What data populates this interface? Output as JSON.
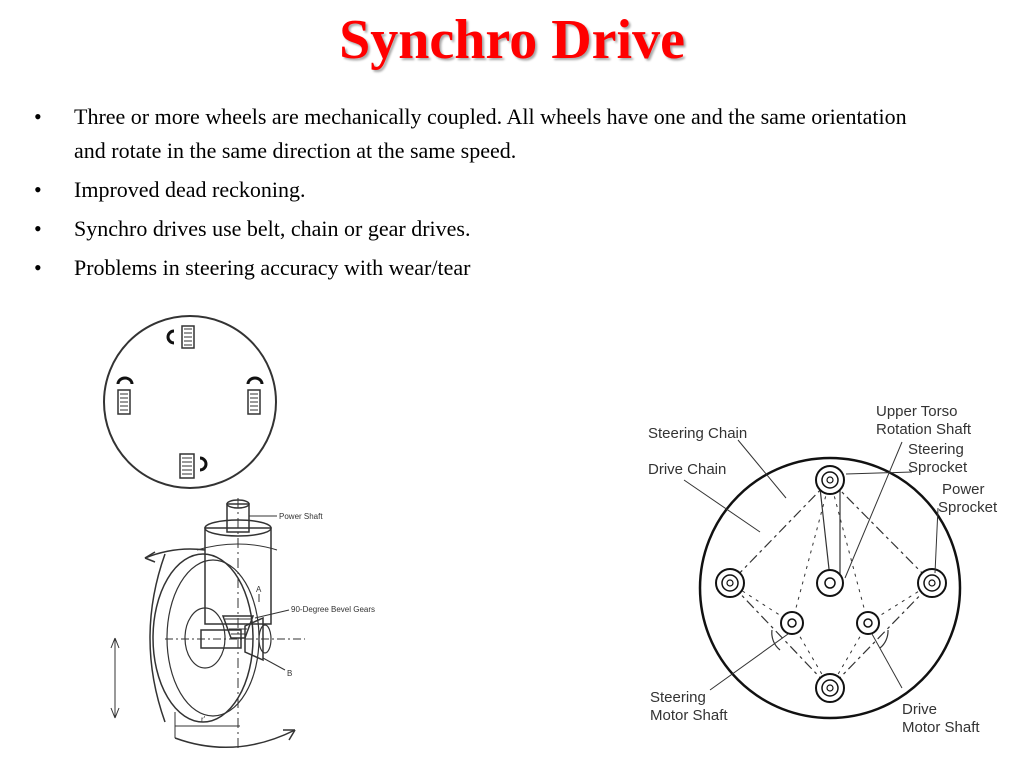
{
  "title": "Synchro Drive",
  "bullets": [
    "Three or more wheels are mechanically coupled. All wheels have one and the same orientation and  rotate in the same direction at the same speed.",
    "Improved dead reckoning.",
    "Synchro drives use belt, chain or gear drives.",
    "Problems in steering accuracy with wear/tear"
  ],
  "bullet_glyph": "•",
  "colors": {
    "title": "#ff0000",
    "text": "#000000",
    "line": "#333333"
  },
  "wheel_diagram": {
    "labels": {
      "power_shaft": "Power Shaft",
      "bevel_gears": "90-Degree Bevel Gears",
      "a": "A",
      "b": "B",
      "r": "r'"
    }
  },
  "sprocket_diagram": {
    "labels": {
      "steering_chain": "Steering Chain",
      "drive_chain": "Drive Chain",
      "upper_torso_1": "Upper Torso",
      "upper_torso_2": "Rotation Shaft",
      "steering_sprocket_1": "Steering",
      "steering_sprocket_2": "Sprocket",
      "power_sprocket_1": "Power",
      "power_sprocket_2": "Sprocket",
      "steering_motor_1": "Steering",
      "steering_motor_2": "Motor Shaft",
      "drive_motor_1": "Drive",
      "drive_motor_2": "Motor Shaft"
    }
  }
}
